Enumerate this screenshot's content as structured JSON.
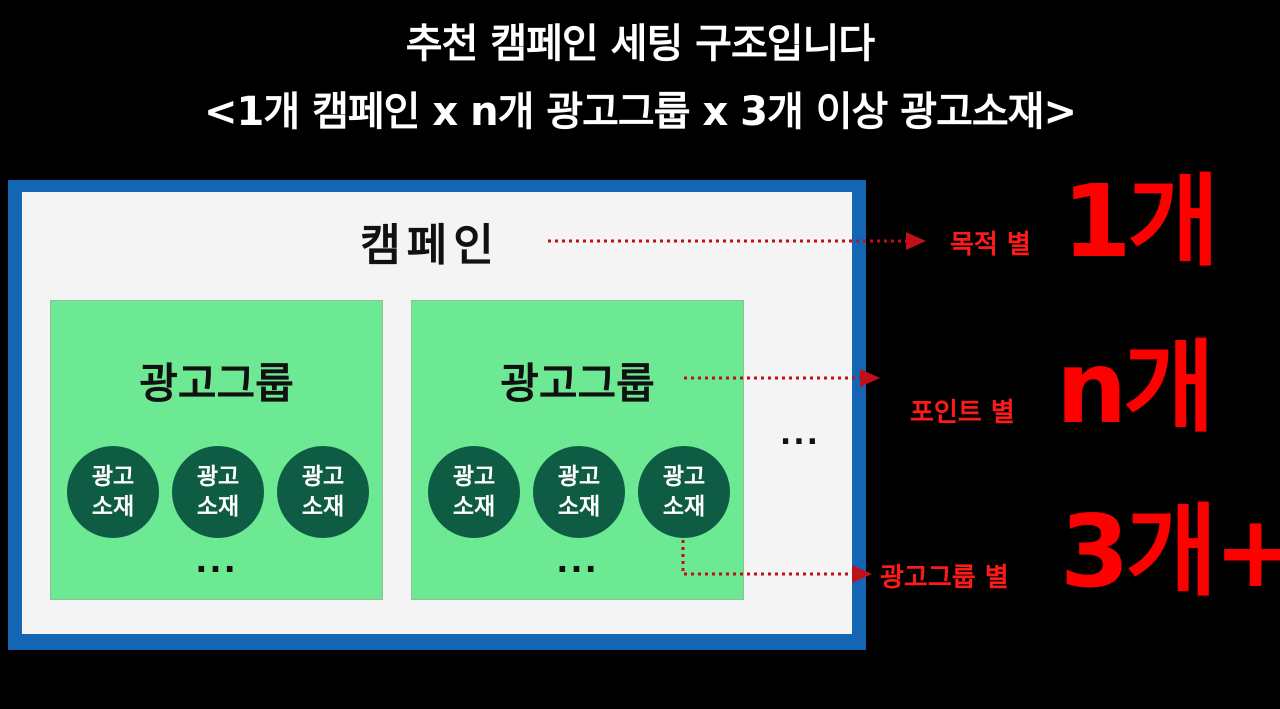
{
  "title": {
    "line1": "추천 캠페인 세팅 구조입니다",
    "line2": "<1개 캠페인 x n개 광고그룹 x 3개 이상 광고소재>"
  },
  "campaign": {
    "label": "캠페인",
    "ellipsis": "..."
  },
  "ad_groups": [
    {
      "label": "광고그룹",
      "creatives": [
        {
          "line1": "광고",
          "line2": "소재"
        },
        {
          "line1": "광고",
          "line2": "소재"
        },
        {
          "line1": "광고",
          "line2": "소재"
        }
      ],
      "ellipsis": "..."
    },
    {
      "label": "광고그룹",
      "creatives": [
        {
          "line1": "광고",
          "line2": "소재"
        },
        {
          "line1": "광고",
          "line2": "소재"
        },
        {
          "line1": "광고",
          "line2": "소재"
        }
      ],
      "ellipsis": "..."
    }
  ],
  "annotations": [
    {
      "label": "목적 별",
      "value": "1개"
    },
    {
      "label": "포인트 별",
      "value": "n개"
    },
    {
      "label": "광고그룹 별",
      "value": "3개+"
    }
  ],
  "colors": {
    "background": "#000000",
    "campaign_border": "#1565b5",
    "campaign_fill": "#f4f4f4",
    "ad_group_fill": "#6de994",
    "creative_fill": "#0e5c44",
    "annotation": "#ff0000",
    "arrow": "#c0101a"
  }
}
